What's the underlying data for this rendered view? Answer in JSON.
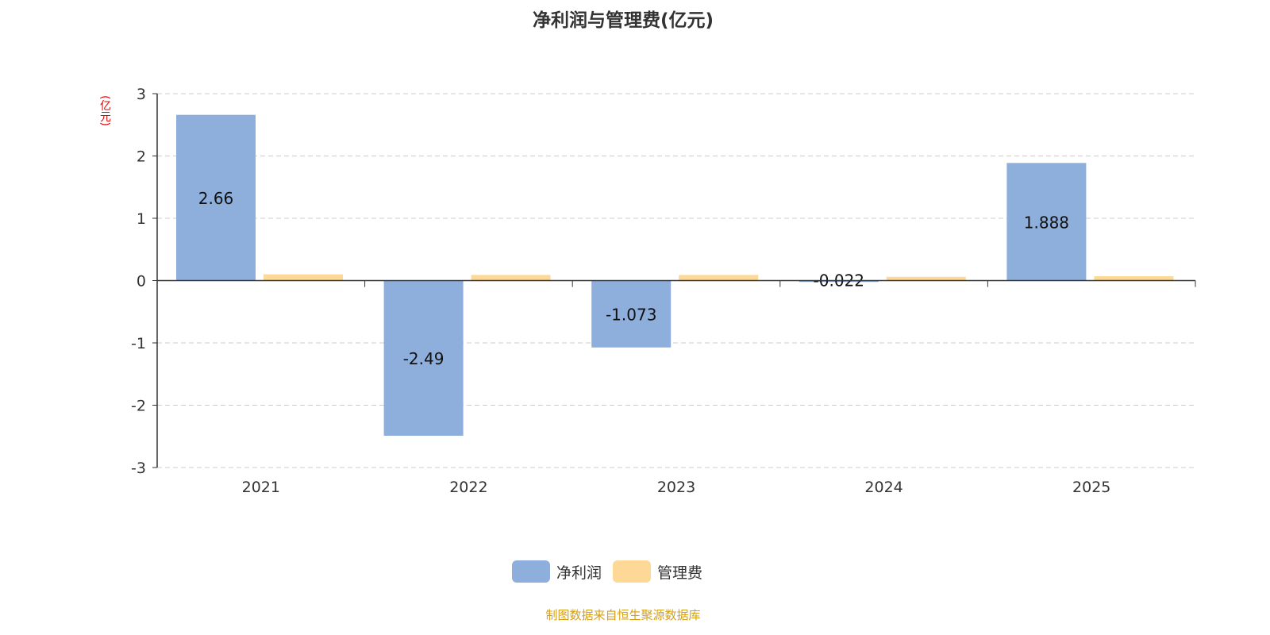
{
  "chart_data": {
    "type": "bar",
    "title": "净利润与管理费(亿元)",
    "ylabel": "(亿元)",
    "categories": [
      "2021",
      "2022",
      "2023",
      "2024",
      "2025"
    ],
    "series": [
      {
        "name": "净利润",
        "color": "#8eaedb",
        "values": [
          2.66,
          -2.49,
          -1.073,
          -0.022,
          1.888
        ],
        "labels": [
          "2.66",
          "-2.49",
          "-1.073",
          "-0.022",
          "1.888"
        ]
      },
      {
        "name": "管理费",
        "color": "#fdd896",
        "values": [
          0.1,
          0.09,
          0.09,
          0.06,
          0.07
        ]
      }
    ],
    "ylim": [
      -3,
      3
    ],
    "yticks": [
      "3",
      "2",
      "1",
      "0",
      "-1",
      "-2",
      "-3"
    ],
    "grid": true,
    "legend": "bottom"
  },
  "source": "制图数据来自恒生聚源数据库"
}
